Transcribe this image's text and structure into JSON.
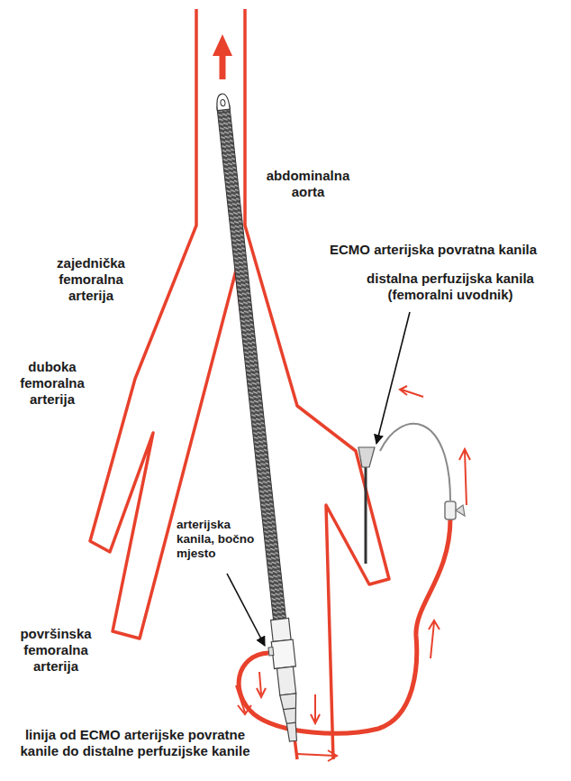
{
  "diagram": {
    "labels": [
      "abdominalna aorta",
      "ECMO arterijska povratna kanila",
      "distalna perfuzijska kanila (femoralni uvodnik)",
      "zajednička femoralna arterija",
      "duboka femoralna arterija",
      "arterijska kanila, bočno mjesto",
      "površinska femoralna arterija",
      "linija od ECMO arterijske povratne kanile do distalne perfuzijske kanile"
    ]
  }
}
